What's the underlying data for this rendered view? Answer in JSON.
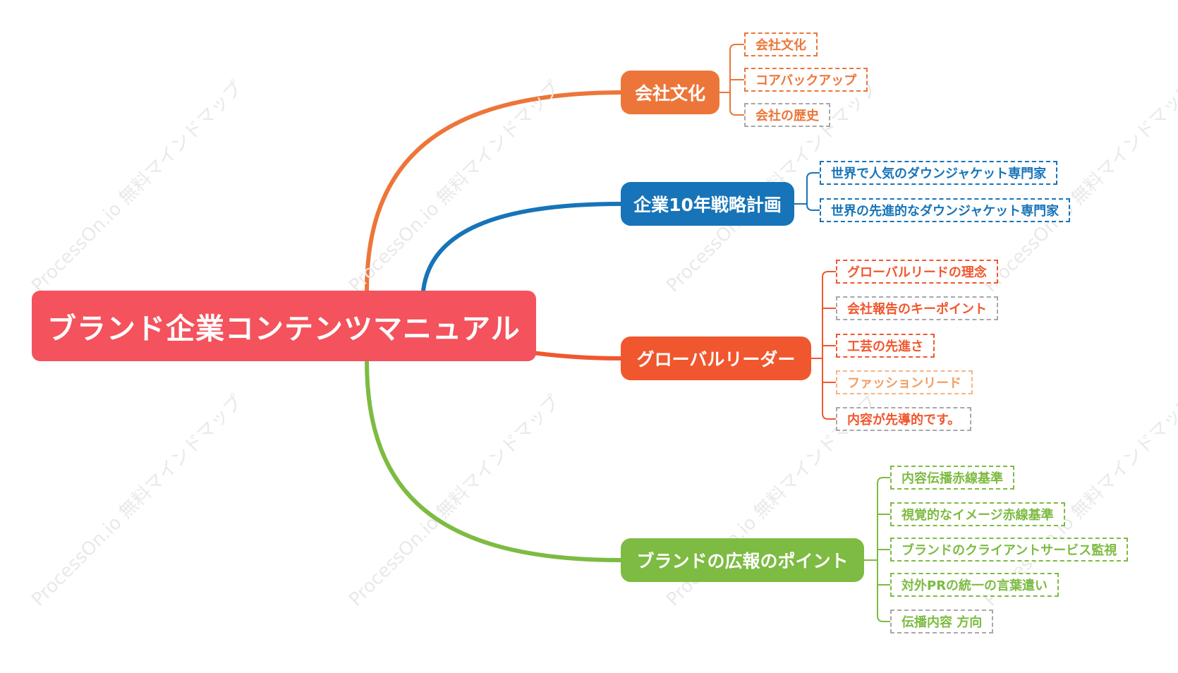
{
  "root": {
    "label": "ブランド企業コンテンツマニュアル",
    "color": "#f4525c"
  },
  "watermark": "ProcessOn.io 無料マインドマップ",
  "branches": [
    {
      "label": "会社文化",
      "color": "#ec7639",
      "children": [
        {
          "label": "会社文化",
          "border": "accent"
        },
        {
          "label": "コアバックアップ",
          "border": "accent"
        },
        {
          "label": "会社の歴史",
          "border": "grey"
        }
      ]
    },
    {
      "label": "企業10年戦略計画",
      "color": "#1774b8",
      "children": [
        {
          "label": "世界で人気のダウンジャケット専門家",
          "border": "accent"
        },
        {
          "label": "世界の先進的なダウンジャケット専門家",
          "border": "accent"
        }
      ]
    },
    {
      "label": "グローバルリーダー",
      "color": "#f0572e",
      "children": [
        {
          "label": "グローバルリードの理念",
          "border": "accent"
        },
        {
          "label": "会社報告のキーポイント",
          "border": "grey"
        },
        {
          "label": "工芸の先進さ",
          "border": "accent"
        },
        {
          "label": "ファッションリード",
          "border": "light"
        },
        {
          "label": "内容が先導的です。",
          "border": "grey"
        }
      ]
    },
    {
      "label": "ブランドの広報のポイント",
      "color": "#7dbb42",
      "children": [
        {
          "label": "内容伝播赤線基準",
          "border": "accent"
        },
        {
          "label": "視覚的なイメージ赤線基準",
          "border": "accent"
        },
        {
          "label": "ブランドのクライアントサービス監視",
          "border": "accent"
        },
        {
          "label": "対外PRの統一の言葉遣い",
          "border": "accent"
        },
        {
          "label": "伝播内容 方向",
          "border": "grey"
        }
      ]
    }
  ]
}
